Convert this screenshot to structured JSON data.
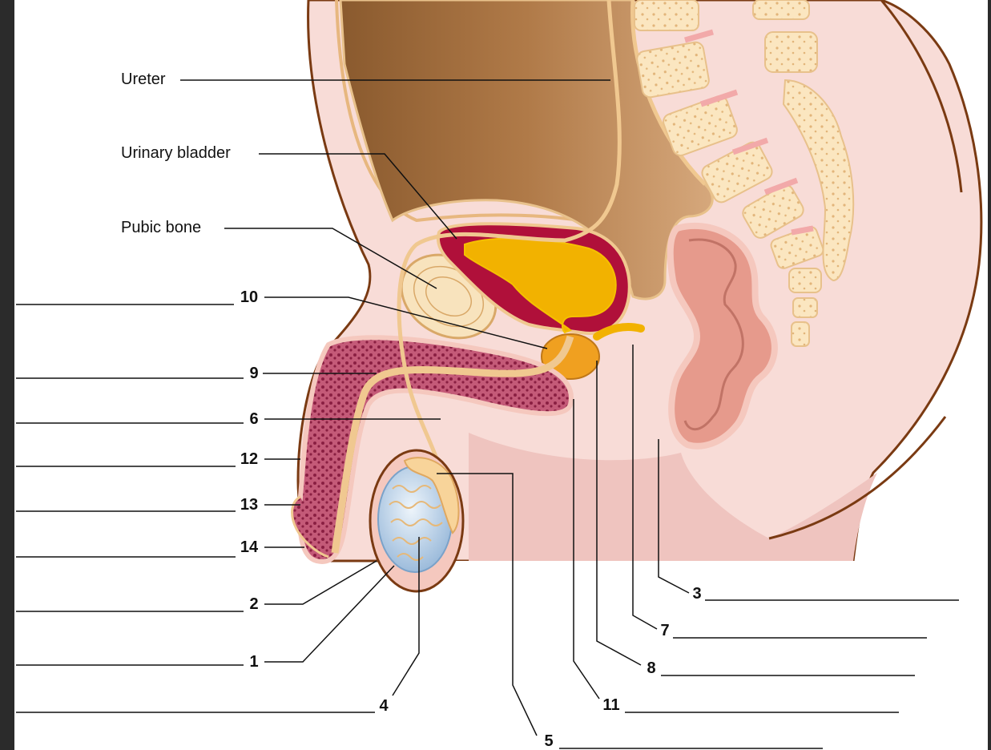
{
  "labels": {
    "ureter": "Ureter",
    "urinary_bladder": "Urinary bladder",
    "pubic_bone": "Pubic bone"
  },
  "numbers": {
    "n1": "1",
    "n2": "2",
    "n3": "3",
    "n4": "4",
    "n5": "5",
    "n6": "6",
    "n7": "7",
    "n8": "8",
    "n9": "9",
    "n10": "10",
    "n11": "11",
    "n12": "12",
    "n13": "13",
    "n14": "14"
  },
  "colors": {
    "bladder_wall": "#b0103a",
    "urine": "#f2b200",
    "skin": "#f8d9d4",
    "bone": "#f5deb3",
    "rectum": "#d9756a",
    "testis": "#c9dcef",
    "intestine": "#a66f3d"
  }
}
